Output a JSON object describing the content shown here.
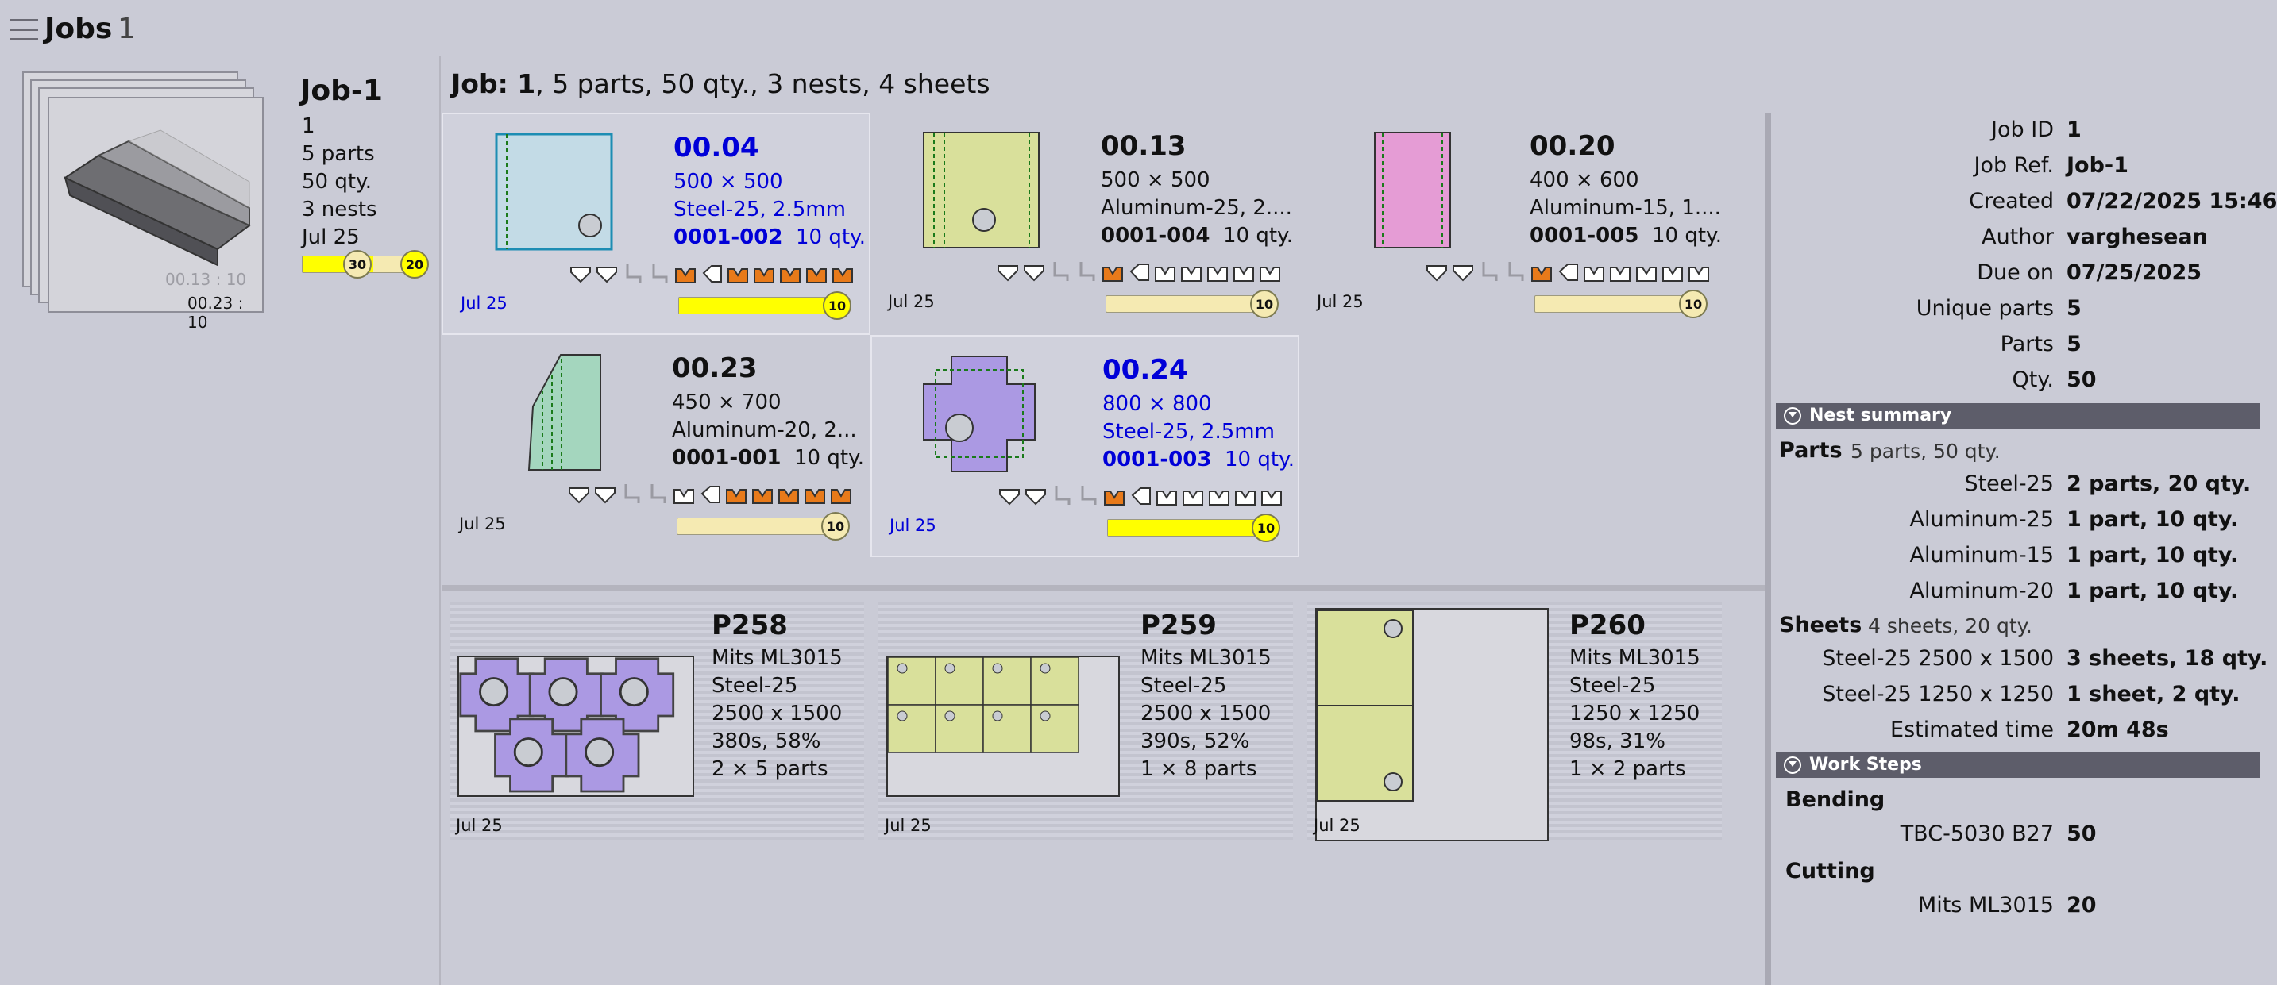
{
  "header": {
    "title": "Jobs",
    "count": "1"
  },
  "job": {
    "name": "Job-1",
    "id": "1",
    "parts": "5 parts",
    "qty": "50 qty.",
    "nests": "3 nests",
    "date": "Jul 25",
    "progress": {
      "done": 30,
      "total": 20,
      "fraction": 0.6
    },
    "stack_labels": [
      "00.13 : 10",
      "00.23 : 10"
    ]
  },
  "summary": {
    "prefix": "Job: 1",
    "rest": ", 5 parts, 50 qty., 3 nests, 4 sheets"
  },
  "parts": [
    {
      "name": "00.04",
      "dims": "500 × 500",
      "material": "Steel-25, 2.5mm",
      "order": "0001-002",
      "qty": "10 qty.",
      "date": "Jul 25",
      "progress": 10,
      "fraction": 1.0,
      "highlight": true,
      "selected": true,
      "color": "#c3dbe6"
    },
    {
      "name": "00.13",
      "dims": "500 × 500",
      "material": "Aluminum-25, 2....",
      "order": "0001-004",
      "qty": "10 qty.",
      "date": "Jul 25",
      "progress": 10,
      "fraction": 0.0,
      "highlight": false,
      "selected": false,
      "color": "#d9e09b"
    },
    {
      "name": "00.20",
      "dims": "400 × 600",
      "material": "Aluminum-15, 1....",
      "order": "0001-005",
      "qty": "10 qty.",
      "date": "Jul 25",
      "progress": 10,
      "fraction": 0.0,
      "highlight": false,
      "selected": false,
      "color": "#e59cd5"
    },
    {
      "name": "00.23",
      "dims": "450 × 700",
      "material": "Aluminum-20, 2...",
      "order": "0001-001",
      "qty": "10 qty.",
      "date": "Jul 25",
      "progress": 10,
      "fraction": 0.0,
      "highlight": false,
      "selected": false,
      "color": "#a4d6be"
    },
    {
      "name": "00.24",
      "dims": "800 × 800",
      "material": "Steel-25, 2.5mm",
      "order": "0001-003",
      "qty": "10 qty.",
      "date": "Jul 25",
      "progress": 10,
      "fraction": 1.0,
      "highlight": true,
      "selected": true,
      "color": "#ab99e3"
    }
  ],
  "nests": [
    {
      "name": "P258",
      "machine": "Mits ML3015",
      "material": "Steel-25",
      "size": "2500 x 1500",
      "time": "380s, 58%",
      "count": "2 × 5 parts",
      "date": "Jul 25"
    },
    {
      "name": "P259",
      "machine": "Mits ML3015",
      "material": "Steel-25",
      "size": "2500 x 1500",
      "time": "390s, 52%",
      "count": "1 × 8 parts",
      "date": "Jul 25"
    },
    {
      "name": "P260",
      "machine": "Mits ML3015",
      "material": "Steel-25",
      "size": "1250 x 1250",
      "time": "98s, 31%",
      "count": "1 × 2 parts",
      "date": "Jul 25"
    }
  ],
  "details": [
    {
      "k": "Job ID",
      "v": "1"
    },
    {
      "k": "Job Ref.",
      "v": "Job-1"
    },
    {
      "k": "Created",
      "v": "07/22/2025 15:46"
    },
    {
      "k": "Author",
      "v": "varghesean"
    },
    {
      "k": "Due on",
      "v": "07/25/2025"
    },
    {
      "k": "Unique parts",
      "v": "5"
    },
    {
      "k": "Parts",
      "v": "5"
    },
    {
      "k": "Qty.",
      "v": "50"
    }
  ],
  "nest_summary": {
    "title": "Nest summary",
    "parts_label": "Parts",
    "parts_value": "5 parts, 50 qty.",
    "materials": [
      {
        "k": "Steel-25",
        "v": "2 parts, 20 qty."
      },
      {
        "k": "Aluminum-25",
        "v": "1 part, 10 qty."
      },
      {
        "k": "Aluminum-15",
        "v": "1 part, 10 qty."
      },
      {
        "k": "Aluminum-20",
        "v": "1 part, 10 qty."
      }
    ],
    "sheets_label": "Sheets",
    "sheets_value": "4 sheets, 20 qty.",
    "sheets": [
      {
        "k": "Steel-25 2500 x 1500",
        "v": "3 sheets, 18 qty."
      },
      {
        "k": "Steel-25 1250 x 1250",
        "v": "1 sheet, 2 qty."
      },
      {
        "k": "Estimated time",
        "v": "20m 48s"
      }
    ]
  },
  "work_steps": {
    "title": "Work Steps",
    "bending_label": "Bending",
    "bending": {
      "k": "TBC-5030 B27",
      "v": "50"
    },
    "cutting_label": "Cutting",
    "cutting": {
      "k": "Mits ML3015",
      "v": "20"
    }
  },
  "colors": {
    "done_icon": "#e87a1a",
    "bar_fill": "#ffff00",
    "bar_empty": "#f5eab2",
    "highlight_text": "#0000d8",
    "nest_part_purple": "#ab99e3",
    "nest_part_yellow": "#d9e09b"
  }
}
